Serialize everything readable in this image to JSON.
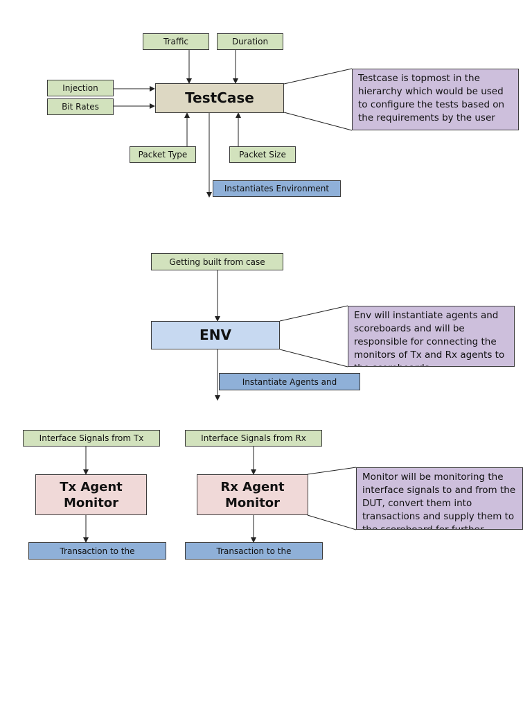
{
  "testcase": {
    "title": "TestCase",
    "inputs": {
      "traffic": "Traffic",
      "duration": "Duration",
      "injection": "Injection",
      "bit_rates": "Bit Rates",
      "packet_type": "Packet Type",
      "packet_size": "Packet Size"
    },
    "output": "Instantiates Environment",
    "note": "Testcase is topmost in the hierarchy which would be used to configure the tests based on the requirements by the user"
  },
  "env": {
    "title": "ENV",
    "input": "Getting built from case",
    "output": "Instantiate Agents and",
    "note": "Env will instantiate agents and scoreboards and will be responsible for connecting the monitors of Tx and Rx agents to the scoreboards"
  },
  "agents": {
    "tx": {
      "title": "Tx Agent Monitor",
      "input": "Interface Signals from Tx",
      "output": "Transaction to the"
    },
    "rx": {
      "title": "Rx Agent Monitor",
      "input": "Interface Signals from Rx",
      "output": "Transaction to the"
    },
    "note": "Monitor will be monitoring the interface signals to and from the DUT, convert them into transactions and supply them to the scoreboard for further"
  },
  "colors": {
    "input_box": "#d2e2bd",
    "output_box": "#8fb0d8",
    "note_box": "#cdbfdc",
    "testcase_box": "#ddd8c3",
    "env_box": "#c7d9f1",
    "agent_box": "#f0d9d8",
    "line": "#222222"
  }
}
